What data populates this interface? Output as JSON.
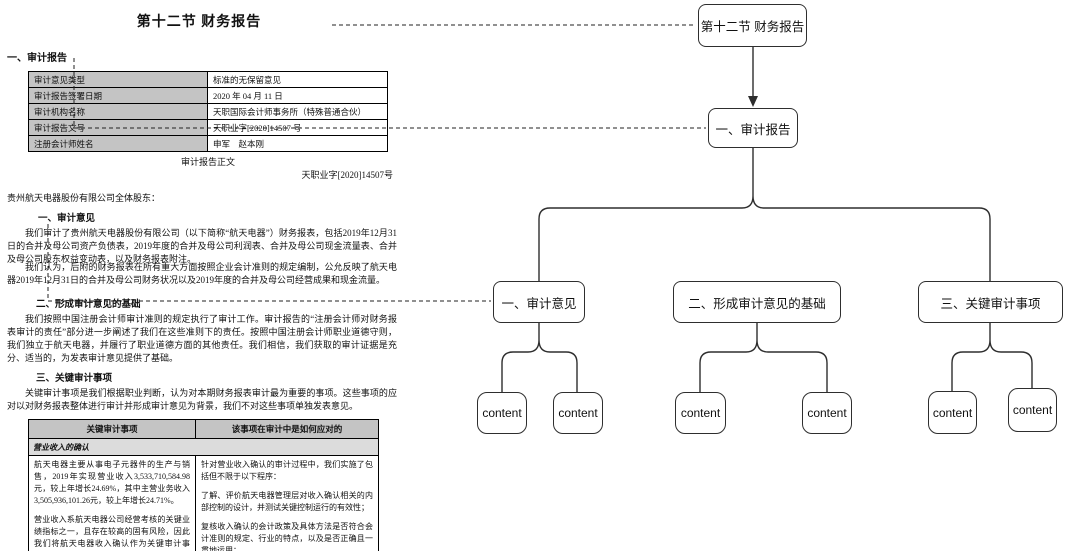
{
  "document": {
    "title": "第十二节 财务报告",
    "section_audit_report_heading": "一、审计报告",
    "info_table": {
      "rows": [
        {
          "label": "审计意见类型",
          "value": "标准的无保留意见"
        },
        {
          "label": "审计报告签署日期",
          "value": "2020 年 04 月 11 日"
        },
        {
          "label": "审计机构名称",
          "value": "天职国际会计师事务所（特殊普通合伙）"
        },
        {
          "label": "审计报告文号",
          "value": "天职业字[2020]14507 号"
        },
        {
          "label": "注册会计师姓名",
          "value": "申军　赵本刚"
        }
      ]
    },
    "body_caption": "审计报告正文",
    "doc_number": "天职业字[2020]14507号",
    "salutation": "贵州航天电器股份有限公司全体股东：",
    "sections": [
      {
        "heading": "一、审计意见",
        "paragraphs": [
          "我们审计了贵州航天电器股份有限公司（以下简称“航天电器”）财务报表，包括2019年12月31日的合并及母公司资产负债表，2019年度的合并及母公司利润表、合并及母公司现金流量表、合并及母公司股东权益变动表，以及财务报表附注。",
          "我们认为，后附的财务报表在所有重大方面按照企业会计准则的规定编制，公允反映了航天电器2019年12月31日的合并及母公司财务状况以及2019年度的合并及母公司经营成果和现金流量。"
        ]
      },
      {
        "heading": "二、形成审计意见的基础",
        "paragraphs": [
          "我们按照中国注册会计师审计准则的规定执行了审计工作。审计报告的“注册会计师对财务报表审计的责任”部分进一步阐述了我们在这些准则下的责任。按照中国注册会计师职业道德守则，我们独立于航天电器，并履行了职业道德方面的其他责任。我们相信，我们获取的审计证据是充分、适当的，为发表审计意见提供了基础。"
        ]
      },
      {
        "heading": "三、关键审计事项",
        "paragraphs": [
          "关键审计事项是我们根据职业判断，认为对本期财务报表审计最为重要的事项。这些事项的应对以对财务报表整体进行审计并形成审计意见为背景，我们不对这些事项单独发表意见。"
        ]
      }
    ],
    "kam_table": {
      "headers": [
        "关键审计事项",
        "该事项在审计中是如何应对的"
      ],
      "subheader": "营业收入的确认",
      "left_paragraphs": [
        "航天电器主要从事电子元器件的生产与销售，2019年实现营业收入3,533,710,584.98元，较上年增长24.69%，其中主营业务收入3,505,936,101.26元，较上年增长24.71%。",
        "营业收入系航天电器公司经营考核的关键业绩指标之一，且存在较高的固有风险，因此我们将航天电器收入确认作为关键审计事项。"
      ],
      "right_paragraphs": [
        "针对营业收入确认的审计过程中，我们实施了包括但不限于以下程序：",
        "了解、评价航天电器管理层对收入确认相关的内部控制的设计，并测试关键控制运行的有效性；",
        "复核收入确认的会计政策及具体方法是否符合会计准则的规定、行业的特点，以及是否正确且一贯地运用；"
      ]
    }
  },
  "flowchart": {
    "root_label": "第十二节 财务报告",
    "level1_label": "一、审计报告",
    "section_labels": [
      "一、审计意见",
      "二、形成审计意见的基础",
      "三、关键审计事项"
    ],
    "content_label": "content"
  },
  "colors": {
    "line": "#2e2e2e",
    "table_label_bg": "#c4c4c4",
    "kam_subheader_bg": "#dcdcdc"
  }
}
